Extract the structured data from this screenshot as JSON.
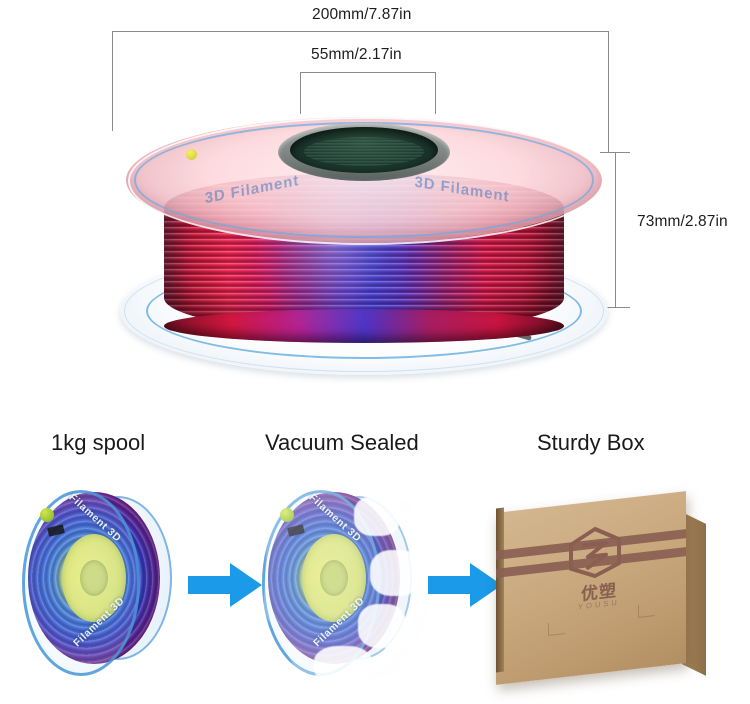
{
  "product": {
    "type": "3d-printer-filament-spool",
    "filament_colors": [
      "#d0164a",
      "#3f35c8",
      "#93206f"
    ],
    "spool_flange_text": "3D Filament",
    "mini_spool_flange_text": "Filament 3D"
  },
  "dimensions": {
    "width_label": "200mm/7.87in",
    "hub_label": "55mm/2.17in",
    "height_label": "73mm/2.87in",
    "line_color": "#8a8a8a"
  },
  "steps": [
    {
      "caption": "1kg spool"
    },
    {
      "caption": "Vacuum Sealed"
    },
    {
      "caption": "Sturdy Box"
    }
  ],
  "arrows": {
    "color": "#1a9ae8",
    "icon": "arrow-right-icon",
    "count": 2
  },
  "box": {
    "brand_cn": "优塑",
    "brand_latin": "YOUSU",
    "logo_icon": "hexagon-brand-icon",
    "material_color": "#c9a87c",
    "stripe_color": "#8a5f52"
  }
}
